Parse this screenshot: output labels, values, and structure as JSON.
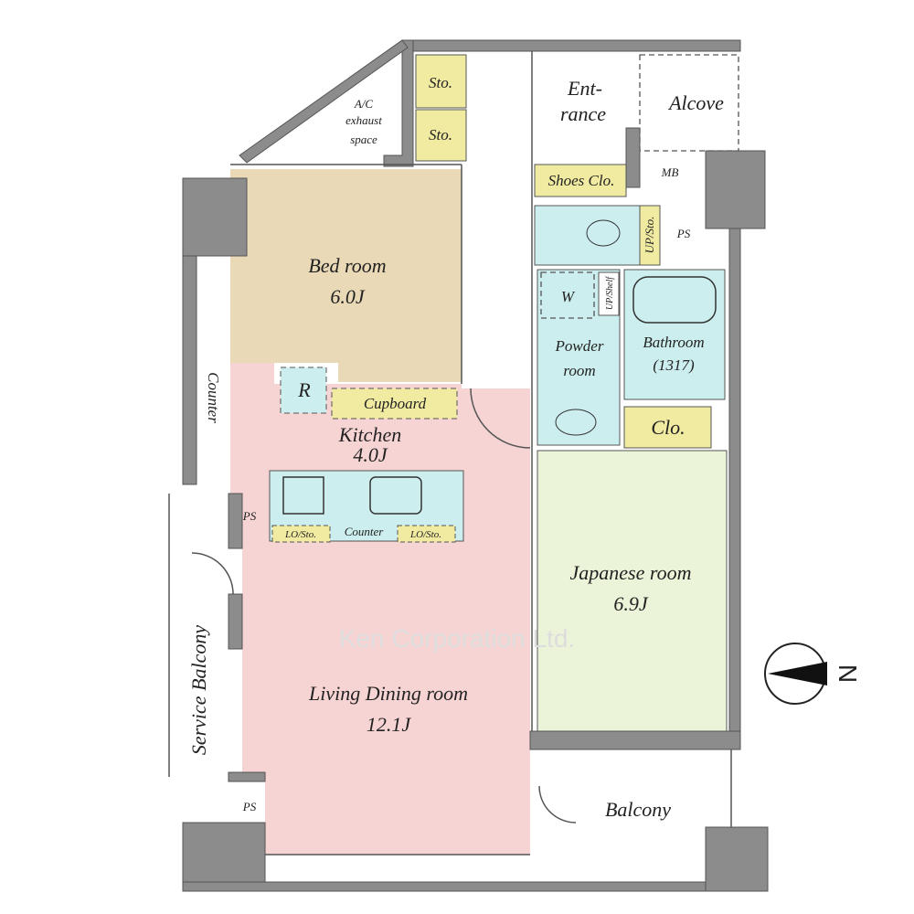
{
  "colors": {
    "wall": "#8c8c8c",
    "bedroom": "#ead9b7",
    "living": "#f7d4d4",
    "japanese": "#ebf3d8",
    "wet": "#cdeeee",
    "storage": "#f1eba2"
  },
  "rooms": {
    "ac_exhaust": [
      "A/C",
      "exhaust",
      "space"
    ],
    "sto1": "Sto.",
    "sto2": "Sto.",
    "entrance": [
      "Ent-",
      "rance"
    ],
    "alcove": "Alcove",
    "shoes_clo": "Shoes Clo.",
    "mb": "MB",
    "up_sto": "UP/Sto.",
    "ps_top": "PS",
    "w": "W",
    "up_shelf": "UP/Shelf",
    "powder_room": [
      "Powder",
      "room"
    ],
    "bathroom": [
      "Bathroom",
      "(1317)"
    ],
    "clo": "Clo.",
    "bedroom": {
      "name": "Bed room",
      "size": "6.0J"
    },
    "counter_side": "Counter",
    "r": "R",
    "cupboard": "Cupboard",
    "kitchen": {
      "name": "Kitchen",
      "size": "4.0J"
    },
    "kitchen_counter": "Counter",
    "lo_sto1": "LO/Sto.",
    "lo_sto2": "LO/Sto.",
    "ps_left": "PS",
    "ps_bottom": "PS",
    "japanese_room": {
      "name": "Japanese room",
      "size": "6.9J"
    },
    "living": {
      "name": "Living Dining room",
      "size": "12.1J"
    },
    "service_balcony": "Service Balcony",
    "balcony": "Balcony"
  },
  "watermark": "Ken Corporation Ltd.",
  "compass": {
    "label": "N",
    "direction": "east"
  }
}
